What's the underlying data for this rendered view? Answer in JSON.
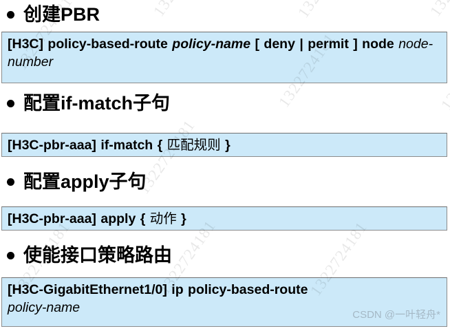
{
  "slide": {
    "sections": [
      {
        "id": "create-pbr",
        "bullet_icon": "bullet-dot-icon",
        "heading": "创建PBR",
        "code": {
          "prompt": "[H3C]",
          "command": "policy-based-route",
          "param_italic": "policy-name",
          "options": "[ deny | permit ]",
          "keyword": "node",
          "param_italic_2": "node-number",
          "full_text": "[H3C] policy-based-route policy-name [ deny | permit ] node node-number"
        }
      },
      {
        "id": "config-if-match",
        "bullet_icon": "bullet-dot-icon",
        "heading": "配置if-match子句",
        "code": {
          "prompt": "[H3C-pbr-aaa]",
          "command": "if-match",
          "brace_open": "{",
          "param_cjk": "匹配规则",
          "brace_close": "}",
          "full_text": "[H3C-pbr-aaa] if-match { 匹配规则 }"
        }
      },
      {
        "id": "config-apply",
        "bullet_icon": "bullet-dot-icon",
        "heading": "配置apply子句",
        "code": {
          "prompt": "[H3C-pbr-aaa]",
          "command": "apply",
          "brace_open": "{",
          "param_cjk": "动作",
          "brace_close": "}",
          "full_text": "[H3C-pbr-aaa] apply { 动作 }"
        }
      },
      {
        "id": "enable-interface-pbr",
        "bullet_icon": "bullet-dot-icon",
        "heading": "使能接口策略路由",
        "code": {
          "prompt": "[H3C-GigabitEthernet1/0]",
          "command": "ip policy-based-route",
          "param_italic": "policy-name",
          "full_text": "[H3C-GigabitEthernet1/0] ip policy-based-route policy-name"
        }
      }
    ]
  },
  "watermarks": {
    "number": "1322724181",
    "csdn": "CSDN @一叶轻舟*"
  },
  "colors": {
    "code_background": "#cce9f9",
    "code_border": "#8b8b8b",
    "text": "#000000",
    "page_background": "#ffffff",
    "watermark_text": "#98a8b4"
  }
}
